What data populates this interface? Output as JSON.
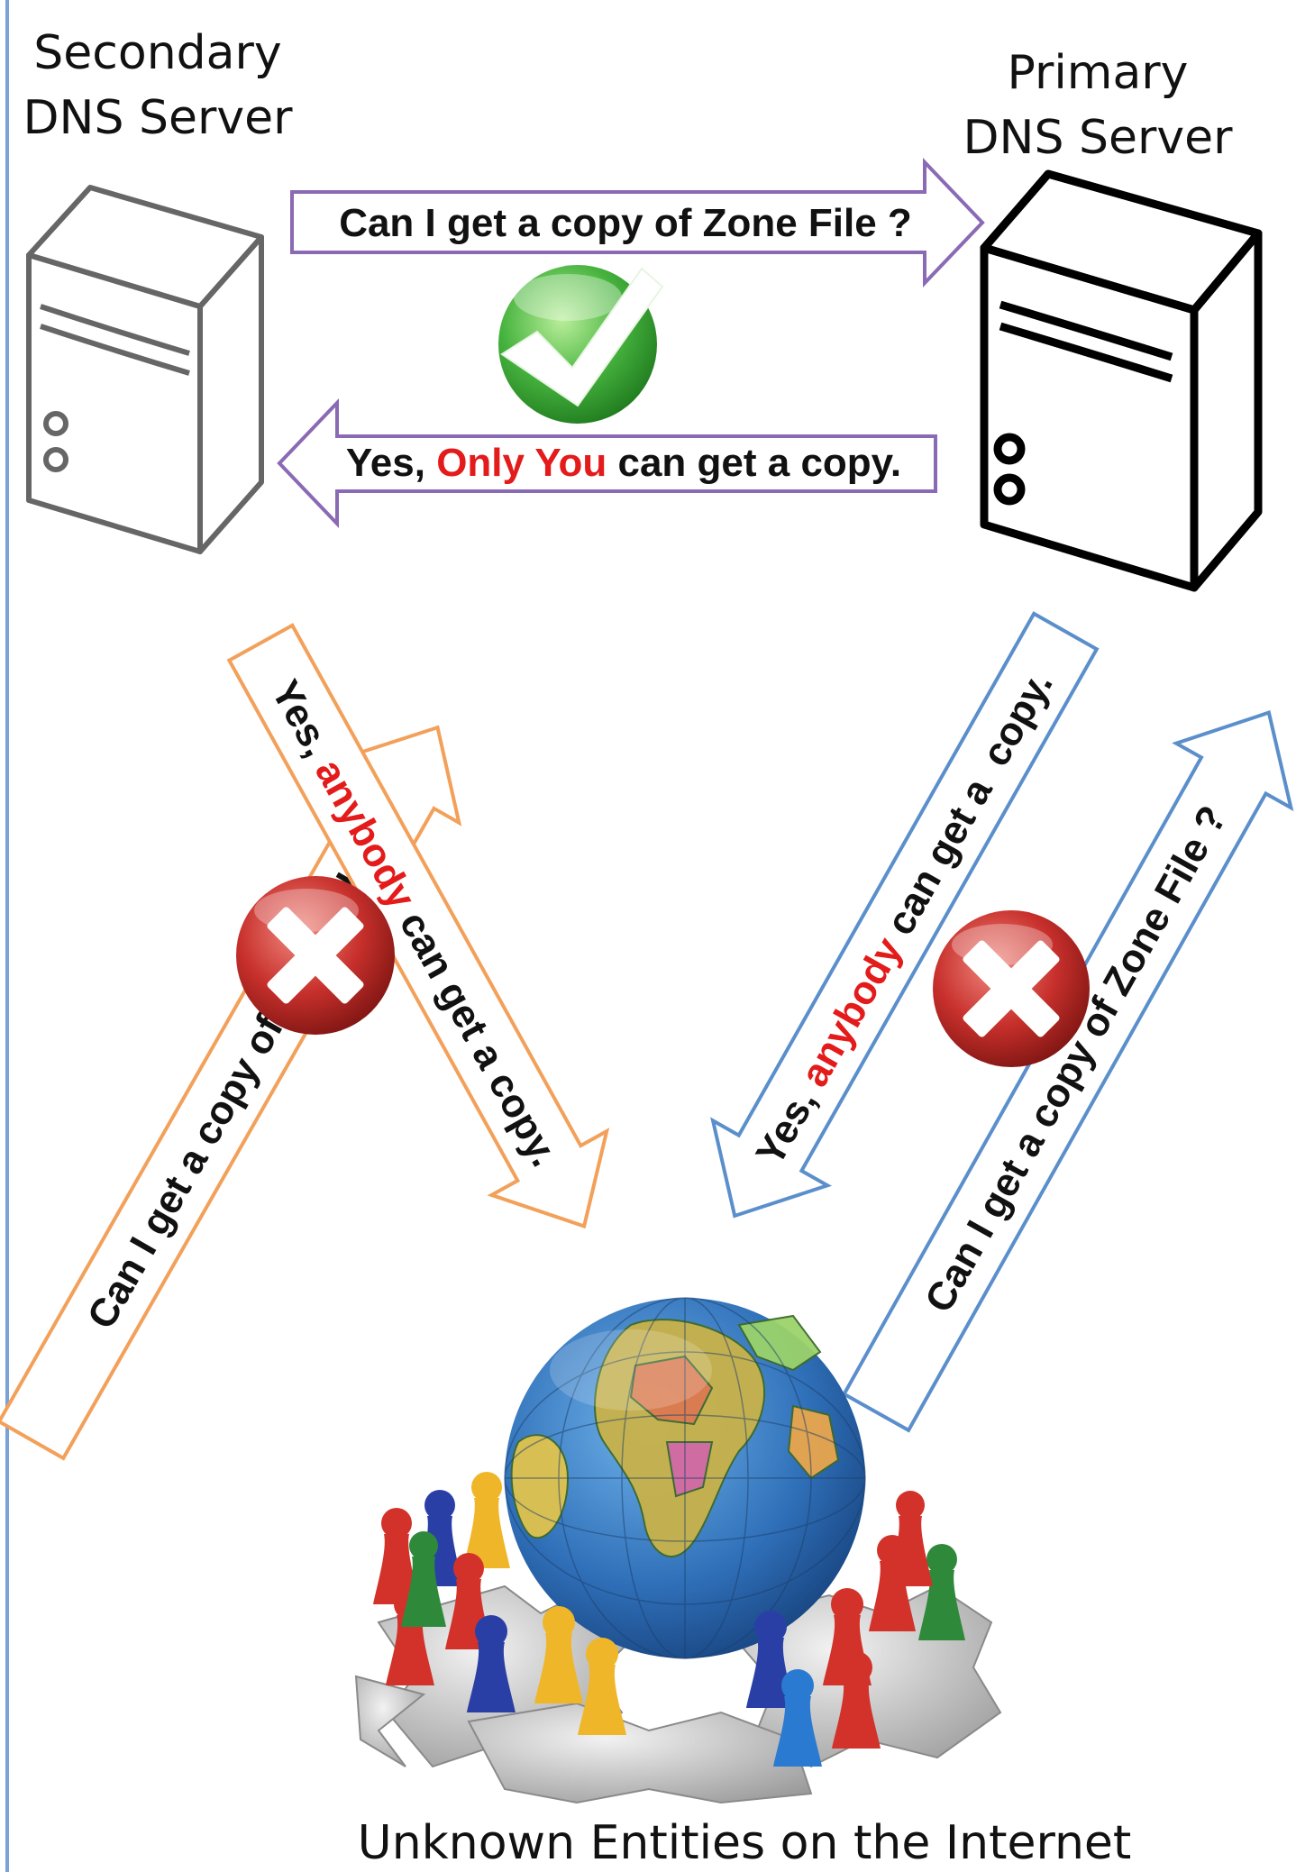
{
  "diagram": {
    "secondary_server": {
      "line1": "Secondary",
      "line2": "DNS Server"
    },
    "primary_server": {
      "line1": "Primary",
      "line2": "DNS Server"
    },
    "bottom_label": "Unknown Entities on the Internet",
    "arrows": {
      "top_request": "Can I get a copy of Zone File ?",
      "top_response": {
        "prefix": "Yes, ",
        "highlight": "Only You",
        "suffix": " can get a copy."
      },
      "left_request": "Can I get a copy of Zone File ?",
      "left_response": {
        "prefix": "Yes, ",
        "highlight": "anybody",
        "suffix": " can get a copy."
      },
      "right_response": {
        "prefix": "Yes, ",
        "highlight": "anybody",
        "suffix": " can get a  copy."
      },
      "right_request": "Can I get a copy of Zone File ?"
    },
    "colors": {
      "purple_arrow": "#8a6ab4",
      "orange_arrow": "#f2a05a",
      "blue_arrow": "#5b8fcb",
      "highlight_red": "#e31b1b",
      "check_green": "#3aa635",
      "cross_red": "#c8302c"
    },
    "icons": [
      "server-icon",
      "checkmark-icon",
      "cross-icon",
      "globe-icon",
      "pawn-icon"
    ]
  }
}
